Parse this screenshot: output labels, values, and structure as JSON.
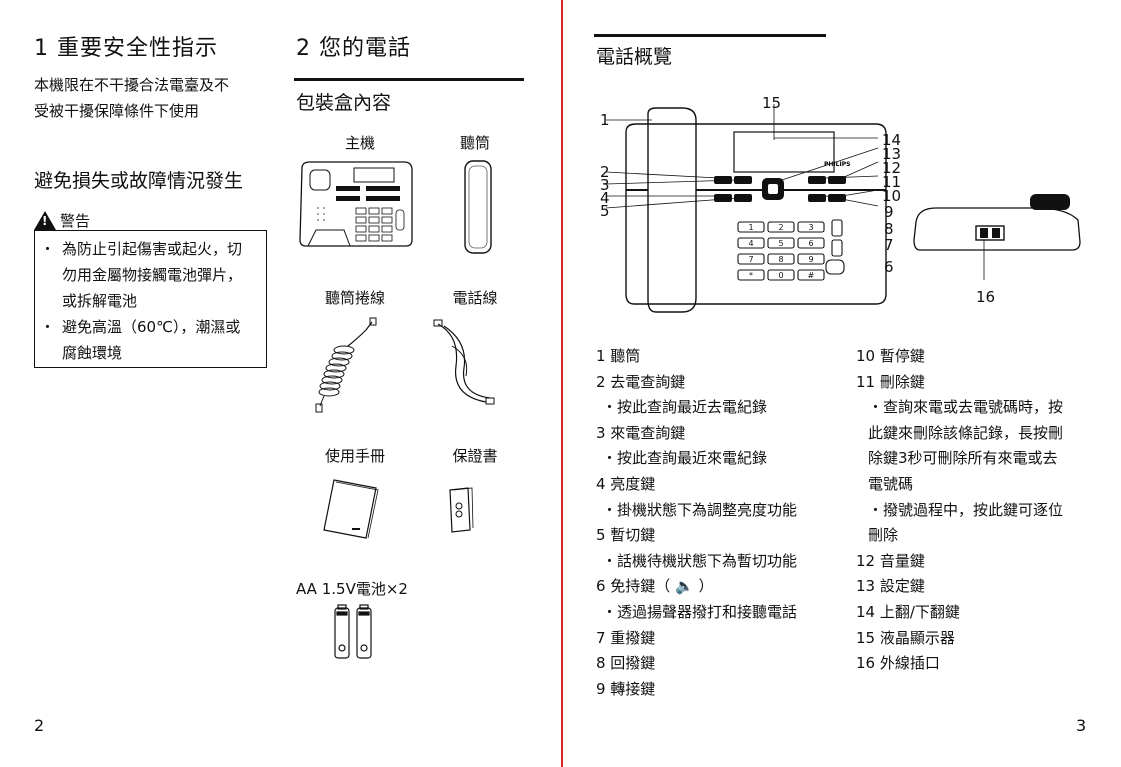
{
  "left_page": {
    "sec1_title": "1 重要安全性指示",
    "sec1_intro_l1": "本機限在不干擾合法電臺及不",
    "sec1_intro_l2": "受被干擾保障條件下使用",
    "sec1_sub": "避免損失或故障情況發生",
    "warning_label": "警告",
    "warn1_l1": "為防止引起傷害或起火，切",
    "warn1_l2": "勿用金屬物接觸電池彈片，",
    "warn1_l3": "或拆解電池",
    "warn2_l1": "避免高溫（60℃），潮濕或",
    "warn2_l2": "腐蝕環境",
    "sec2_title": "2 您的電話",
    "sec2_sub": "包裝盒內容",
    "items": {
      "main": "主機",
      "handset": "聽筒",
      "cord": "聽筒捲線",
      "line": "電話線",
      "manual": "使用手冊",
      "warranty": "保證書",
      "battery": "AA 1.5V電池×2"
    },
    "page_number": "2"
  },
  "right_page": {
    "title": "電話概覽",
    "brand": "PHILIPS",
    "callouts_left": [
      "1",
      "2",
      "3",
      "4",
      "5"
    ],
    "callouts_top": "15",
    "callouts_right": [
      "14",
      "13",
      "12",
      "11",
      "10",
      "9",
      "8",
      "7",
      "6"
    ],
    "callout_back": "16",
    "list_col1": [
      "1 聽筒",
      "2 去電查詢鍵",
      "・按此查詢最近去電紀錄",
      "3 來電查詢鍵",
      "・按此查詢最近來電紀錄",
      "4 亮度鍵",
      "・掛機狀態下為調整亮度功能",
      "5 暫切鍵",
      "・話機待機狀態下為暫切功能",
      "6 免持鍵（ 🔈 ）",
      "・透過揚聲器撥打和接聽電話",
      "7 重撥鍵",
      "8 回撥鍵",
      "9 轉接鍵"
    ],
    "list_col2": [
      "10 暫停鍵",
      "11 刪除鍵",
      "・查詢來電或去電號碼時，按",
      "此鍵來刪除該條記錄，長按刪",
      "除鍵3秒可刪除所有來電或去",
      "電號碼",
      "・撥號過程中，按此鍵可逐位",
      "刪除",
      "12 音量鍵",
      "13 設定鍵",
      "14 上翻/下翻鍵",
      "15 液晶顯示器",
      "16 外線插口"
    ],
    "keypad": [
      "1",
      "2",
      "3",
      "4",
      "5",
      "6",
      "7",
      "8",
      "9",
      "*",
      "0",
      "#"
    ],
    "page_number": "3"
  }
}
